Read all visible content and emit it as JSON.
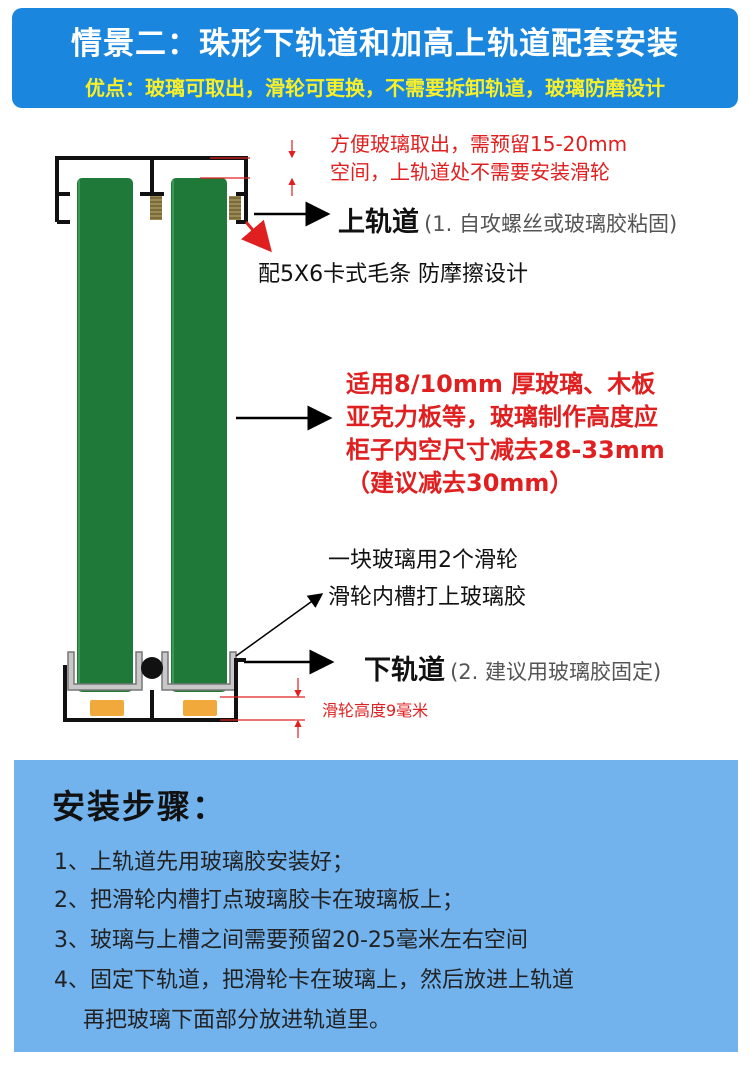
{
  "header": {
    "title": "情景二：珠形下轨道和加高上轨道配套安装",
    "subtitle": "优点：玻璃可取出，滑轮可更换，不需要拆卸轨道，玻璃防磨设计"
  },
  "annotations": {
    "gap_note_line1": "方便玻璃取出，需预留15-20mm",
    "gap_note_line2": "空间，上轨道处不需要安装滑轮",
    "upper_track_label": "上轨道",
    "upper_track_paren": "(1. 自攻螺丝或玻璃胶粘固)",
    "brush_note": "配5X6卡式毛条 防摩擦设计",
    "glass_note_line1": "适用8/10mm 厚玻璃、木板",
    "glass_note_line2": "亚克力板等，玻璃制作高度应",
    "glass_note_line3": "柜子内空尺寸减去28-33mm",
    "glass_note_line4": "（建议减去30mm）",
    "roller_note_line1": "一块玻璃用2个滑轮",
    "roller_note_line2": "滑轮内槽打上玻璃胶",
    "lower_track_label": "下轨道",
    "lower_track_paren": "(2. 建议用玻璃胶固定)",
    "roller_height": "滑轮高度9毫米"
  },
  "steps": {
    "title": "安装步骤：",
    "items": [
      "1、上轨道先用玻璃胶安装好；",
      "2、把滑轮内槽打点玻璃胶卡在玻璃板上；",
      "3、玻璃与上槽之间需要预留20-25毫米左右空间",
      "4、固定下轨道，把滑轮卡在玻璃上，然后放进上轨道",
      "　  再把玻璃下面部分放进轨道里。"
    ]
  },
  "colors": {
    "header_bg": "#1a86dd",
    "subtitle": "#f6ef2a",
    "glass_panel": "#1f7a3a",
    "roller": "#f2a93b",
    "note_red": "#e02020",
    "steps_bg": "#72b3ee"
  }
}
